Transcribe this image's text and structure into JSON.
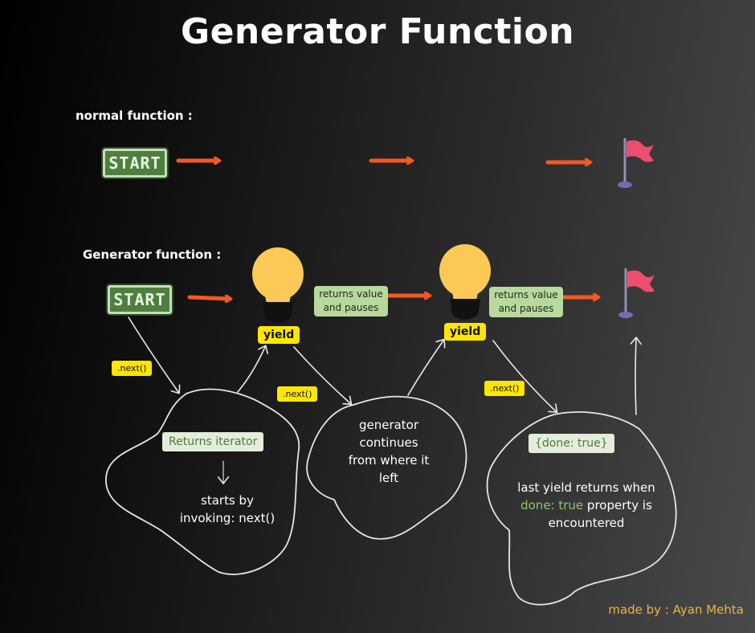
{
  "title": "Generator Function",
  "normal": {
    "label": "normal function :",
    "start_label": "START"
  },
  "generator": {
    "label": "Generator function :",
    "start_label": "START",
    "yield_1": "yield",
    "yield_2": "yield",
    "returns_1": [
      "returns value",
      "and pauses"
    ],
    "returns_2": [
      "returns value",
      "and pauses"
    ],
    "next_1": ".next()",
    "next_2": ".next()",
    "next_3": ".next()"
  },
  "blobs": {
    "left": {
      "tag": "Returns iterator",
      "text": [
        "starts by",
        "invoking: next()"
      ]
    },
    "middle": {
      "text": [
        "generator",
        "continues",
        "from where it",
        "left"
      ]
    },
    "right": {
      "tag": "{done: true}",
      "line1": "last yield returns when",
      "highlight": "done: true",
      "line2_rest": " property is",
      "line3": "encountered"
    }
  },
  "credit": "made by : Ayan Mehta",
  "colors": {
    "arrow": "#ef5a24",
    "yellow": "#ffe600",
    "green_box": "#b8d99e",
    "bulb": "#fcc956",
    "flag": "#ee4d70",
    "credit": "#e8b44a"
  },
  "icons": [
    "start-icon",
    "arrow-icon",
    "flag-icon",
    "lightbulb-icon"
  ]
}
